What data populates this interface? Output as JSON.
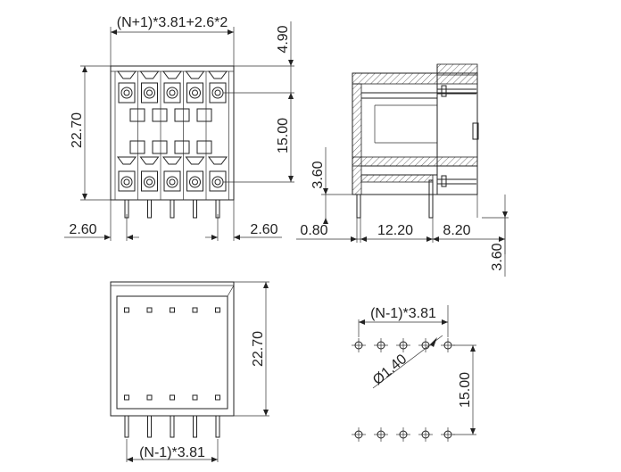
{
  "diagram": {
    "title": "(N+1)*3.81+2.6*2",
    "front_view": {
      "pin_count": 5,
      "dims": {
        "top_offset": "4.90",
        "height": "22.70",
        "pitch_vertical": "15.00",
        "lower_offset": "3.60",
        "left_margin": "2.60",
        "right_margin": "2.60"
      }
    },
    "side_view": {
      "dims": {
        "pin_width": "0.80",
        "depth": "12.20",
        "tail": "8.20",
        "pin_length": "3.60"
      }
    },
    "bottom_view": {
      "pin_count": 5,
      "dims": {
        "height": "22.70",
        "pitch": "(N-1)*3.81"
      }
    },
    "pcb_layout": {
      "holes_per_row": 5,
      "dims": {
        "pitch": "(N-1)*3.81",
        "hole_diameter": "Ø1.40",
        "row_spacing": "15.00"
      }
    }
  }
}
